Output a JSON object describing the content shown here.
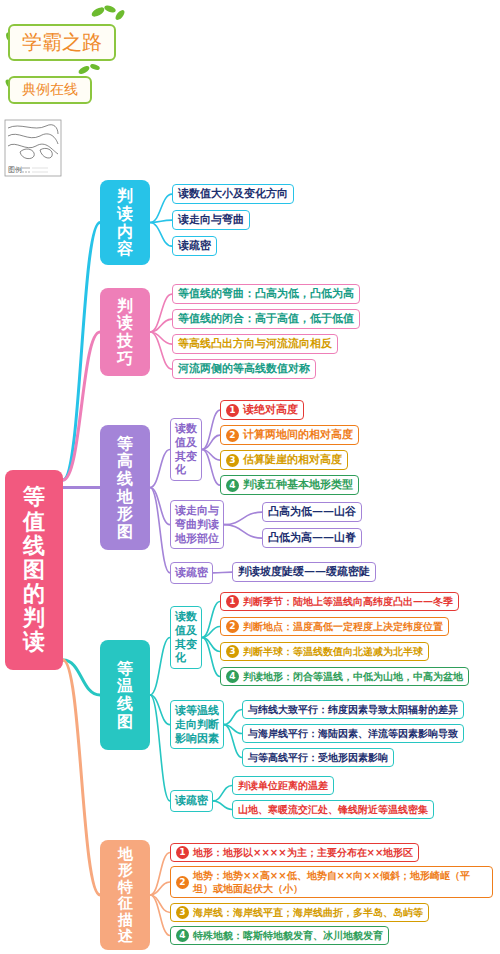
{
  "diagram": {
    "nodes": [
      {
        "text": [
          "学霸之路"
        ]
      },
      {
        "text": [
          "典例在线"
        ]
      },
      {
        "text": [
          "等值线图的判读"
        ]
      },
      {
        "text": [
          "判读内容"
        ]
      },
      {
        "text": [
          "读数值大小及变化方向"
        ]
      },
      {
        "text": [
          "读走向与弯曲"
        ]
      },
      {
        "text": [
          "读疏密"
        ]
      },
      {
        "text": [
          "判读技巧"
        ]
      },
      {
        "text": [
          "等值线的弯曲：凸高为低，凸低为高"
        ]
      },
      {
        "text": [
          "等值线的闭合：高于高值，低于低值"
        ]
      },
      {
        "text": [
          "等高线凸出方向与河流流向相反"
        ]
      },
      {
        "text": [
          "河流两侧的等高线数值对称"
        ]
      },
      {
        "text": [
          "等高线地形图"
        ]
      },
      {
        "text": [
          "读数值及其变化"
        ]
      },
      {
        "text": [
          "1",
          "读绝对高度"
        ]
      },
      {
        "text": [
          "2",
          "计算两地间的相对高度"
        ]
      },
      {
        "text": [
          "3",
          "估算陡崖的相对高度"
        ]
      },
      {
        "text": [
          "4",
          "判读五种基本地形类型"
        ]
      },
      {
        "text": [
          "读走向与弯曲判读地形部位"
        ]
      },
      {
        "text": [
          "凸高为低——山谷"
        ]
      },
      {
        "text": [
          "凸低为高——山脊"
        ]
      },
      {
        "text": [
          "读疏密"
        ]
      },
      {
        "text": [
          "判读坡度陡缓——缓疏密陡"
        ]
      },
      {
        "text": [
          "等温线图"
        ]
      },
      {
        "text": [
          "读数值及其变化"
        ]
      },
      {
        "text": [
          "1",
          "判断季节：陆地上等温线向高纬度凸出——冬季"
        ]
      },
      {
        "text": [
          "2",
          "判断地点：温度高低一定程度上决定纬度位置"
        ]
      },
      {
        "text": [
          "3",
          "判断半球：等温线数值向北递减为北半球"
        ]
      },
      {
        "text": [
          "4",
          "判读地形：闭合等温线，中低为山地，中高为盆地"
        ]
      },
      {
        "text": [
          "读等温线走向判断影响因素"
        ]
      },
      {
        "text": [
          "与纬线大致平行：纬度因素导致太阳辐射的差异"
        ]
      },
      {
        "text": [
          "与海岸线平行：海陆因素、洋流等因素影响导致"
        ]
      },
      {
        "text": [
          "与等高线平行：受地形因素影响"
        ]
      },
      {
        "text": [
          "读疏密"
        ]
      },
      {
        "text": [
          "判读单位距离的温差"
        ]
      },
      {
        "text": [
          "山地、寒暖流交汇处、锋线附近等温线密集"
        ]
      },
      {
        "text": [
          "地形特征描述"
        ]
      },
      {
        "text": [
          "1",
          "地形：地形以××××为主；主要分布在××地形区"
        ]
      },
      {
        "text": [
          "2",
          "地势：地势××高××低、地势自××向××倾斜；地形崎岖（平坦）或地面起伏大（小）"
        ]
      },
      {
        "text": [
          "3",
          "海岸线：海岸线平直；海岸线曲折，多半岛、岛屿等"
        ]
      },
      {
        "text": [
          "4",
          "特殊地貌：喀斯特地貌发育、冰川地貌发育"
        ]
      }
    ],
    "edges": [
      {
        "from": 2,
        "to": 3,
        "arrow": "none"
      },
      {
        "from": 2,
        "to": 7,
        "arrow": "none"
      },
      {
        "from": 2,
        "to": 12,
        "arrow": "none"
      },
      {
        "from": 2,
        "to": 23,
        "arrow": "none"
      },
      {
        "from": 2,
        "to": 36,
        "arrow": "none"
      },
      {
        "from": 3,
        "to": 4,
        "arrow": "none"
      },
      {
        "from": 3,
        "to": 5,
        "arrow": "none"
      },
      {
        "from": 3,
        "to": 6,
        "arrow": "none"
      },
      {
        "from": 7,
        "to": 8,
        "arrow": "none"
      },
      {
        "from": 7,
        "to": 9,
        "arrow": "none"
      },
      {
        "from": 7,
        "to": 10,
        "arrow": "none"
      },
      {
        "from": 7,
        "to": 11,
        "arrow": "none"
      },
      {
        "from": 12,
        "to": 13,
        "arrow": "none"
      },
      {
        "from": 12,
        "to": 18,
        "arrow": "none"
      },
      {
        "from": 12,
        "to": 21,
        "arrow": "none"
      },
      {
        "from": 13,
        "to": 14,
        "arrow": "none"
      },
      {
        "from": 13,
        "to": 15,
        "arrow": "none"
      },
      {
        "from": 13,
        "to": 16,
        "arrow": "none"
      },
      {
        "from": 13,
        "to": 17,
        "arrow": "none"
      },
      {
        "from": 18,
        "to": 19,
        "arrow": "none"
      },
      {
        "from": 18,
        "to": 20,
        "arrow": "none"
      },
      {
        "from": 21,
        "to": 22,
        "arrow": "none"
      },
      {
        "from": 23,
        "to": 24,
        "arrow": "none"
      },
      {
        "from": 23,
        "to": 29,
        "arrow": "none"
      },
      {
        "from": 23,
        "to": 33,
        "arrow": "none"
      },
      {
        "from": 24,
        "to": 25,
        "arrow": "none"
      },
      {
        "from": 24,
        "to": 26,
        "arrow": "none"
      },
      {
        "from": 24,
        "to": 27,
        "arrow": "none"
      },
      {
        "from": 24,
        "to": 28,
        "arrow": "none"
      },
      {
        "from": 29,
        "to": 30,
        "arrow": "none"
      },
      {
        "from": 29,
        "to": 31,
        "arrow": "none"
      },
      {
        "from": 29,
        "to": 32,
        "arrow": "none"
      },
      {
        "from": 33,
        "to": 34,
        "arrow": "none"
      },
      {
        "from": 33,
        "to": 35,
        "arrow": "none"
      },
      {
        "from": 36,
        "to": 37,
        "arrow": "none"
      },
      {
        "from": 36,
        "to": 38,
        "arrow": "none"
      },
      {
        "from": 36,
        "to": 39,
        "arrow": "none"
      },
      {
        "from": 36,
        "to": 40,
        "arrow": "none"
      }
    ],
    "labels": [
      "图例"
    ]
  }
}
